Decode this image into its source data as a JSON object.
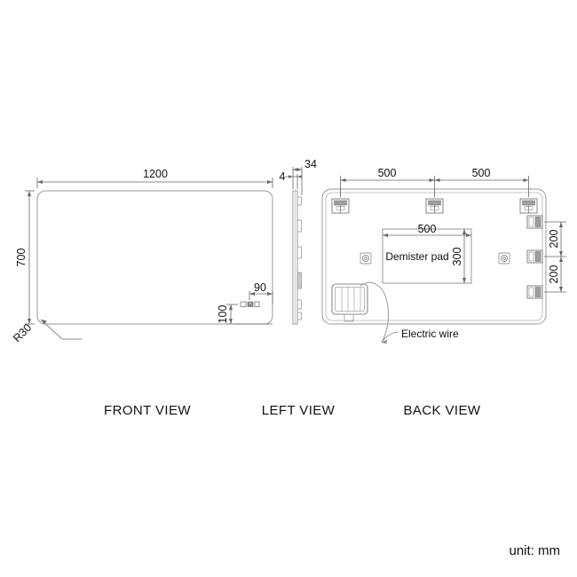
{
  "drawing": {
    "type": "technical-orthographic-drawing",
    "subject": "LED bathroom mirror with demister pad",
    "unit_note": "unit: mm",
    "views": [
      {
        "id": "front",
        "label": "FRONT VIEW"
      },
      {
        "id": "left",
        "label": "LEFT VIEW"
      },
      {
        "id": "back",
        "label": "BACK VIEW"
      }
    ]
  },
  "front_view": {
    "label": "FRONT VIEW",
    "width": "1200",
    "height": "700",
    "corner_radius": "R30",
    "touch_switch": {
      "offset_from_right": "90",
      "offset_from_bottom": "100",
      "icon": "touch-switch-icon"
    }
  },
  "left_view": {
    "label": "LEFT VIEW",
    "front_thickness": "4",
    "total_depth": "34"
  },
  "back_view": {
    "label": "BACK VIEW",
    "top_bracket_spacing": [
      "500",
      "500"
    ],
    "side_bracket_spacing": [
      "200",
      "200"
    ],
    "demister_pad": {
      "label": "Demister pad",
      "width": "500",
      "height": "300"
    },
    "electric_wire": {
      "label": "Electric wire"
    },
    "junction_box": "junction-box",
    "top_brackets": 3,
    "side_brackets": 3,
    "fixing_points": 2
  },
  "colors": {
    "line": "#9a9a9a",
    "dim_line": "#555555",
    "text": "#111111",
    "background": "#ffffff"
  }
}
